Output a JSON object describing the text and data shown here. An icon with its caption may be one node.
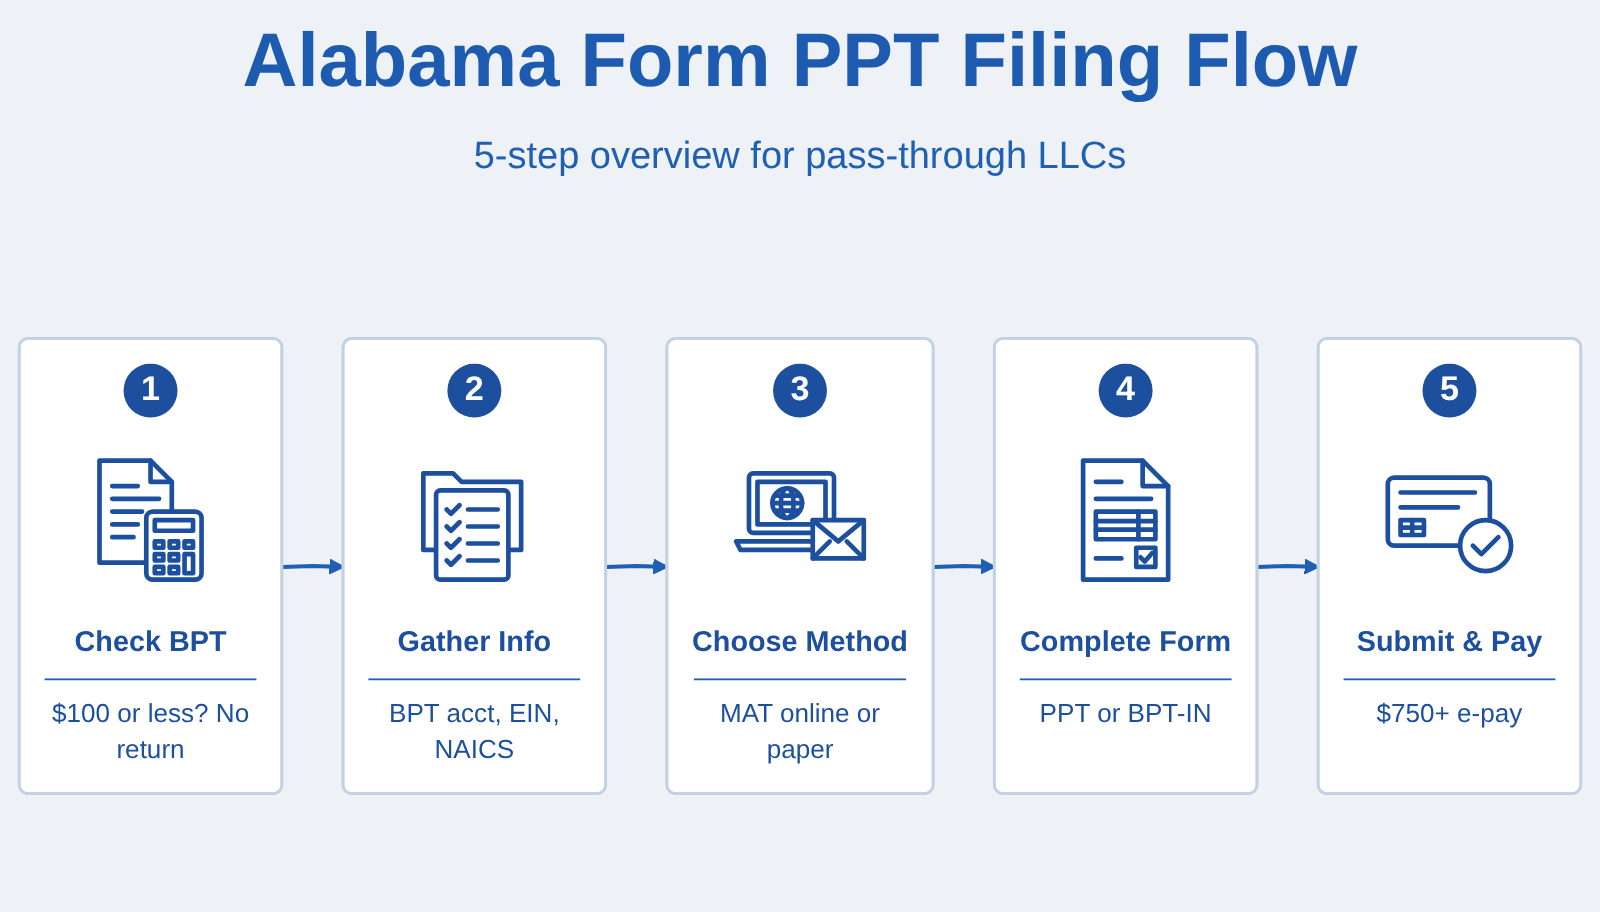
{
  "diagram": {
    "title": "Alabama Form PPT Filing Flow",
    "nodes": [
      {
        "text": [
          "1",
          "Check BPT",
          "$100 or less? No return"
        ]
      },
      {
        "text": [
          "2",
          "Gather Info",
          "BPT acct, EIN, NAICS"
        ]
      },
      {
        "text": [
          "3",
          "Choose Method",
          "MAT online or paper"
        ]
      },
      {
        "text": [
          "4",
          "Complete Form",
          "PPT or BPT-IN"
        ]
      },
      {
        "text": [
          "5",
          "Submit & Pay",
          "$750+ e-pay"
        ]
      }
    ],
    "edges": [
      {
        "from": 0,
        "to": 1,
        "arrow": "to"
      },
      {
        "from": 1,
        "to": 2,
        "arrow": "to"
      },
      {
        "from": 2,
        "to": 3,
        "arrow": "to"
      },
      {
        "from": 3,
        "to": 4,
        "arrow": "to"
      }
    ],
    "labels": [
      "5-step overview for pass-through LLCs"
    ]
  }
}
